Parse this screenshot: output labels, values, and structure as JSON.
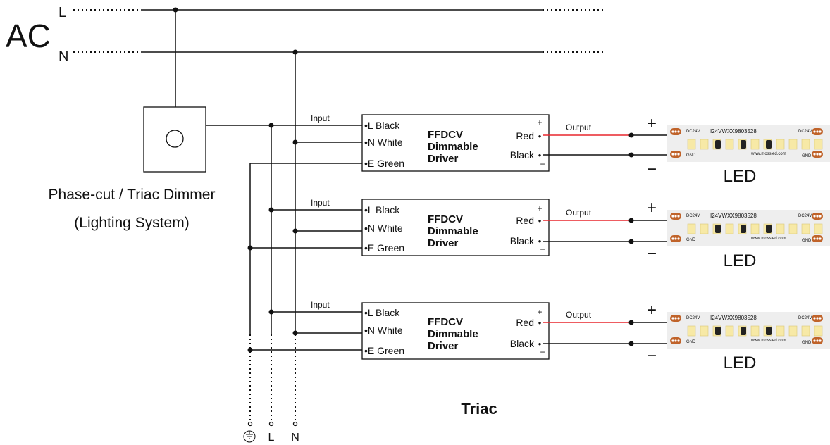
{
  "ac": {
    "label": "AC",
    "l_label": "L",
    "n_label": "N"
  },
  "dimmer": {
    "line1": "Phase-cut / Triac Dimmer",
    "line2": "(Lighting System)"
  },
  "drivers": [
    {
      "input_label": "Input",
      "l": "•L  Black",
      "n": "•N  White",
      "e": "•E  Green",
      "name1": "FFDCV",
      "name2": "Dimmable",
      "name3": "Driver",
      "red": "Red",
      "black": "Black",
      "plus": "+",
      "minus": "−",
      "output_label": "Output"
    },
    {
      "input_label": "Input",
      "l": "•L  Black",
      "n": "•N  White",
      "e": "•E  Green",
      "name1": "FFDCV",
      "name2": "Dimmable",
      "name3": "Driver",
      "red": "Red",
      "black": "Black",
      "plus": "+",
      "minus": "−",
      "output_label": "Output"
    },
    {
      "input_label": "Input",
      "l": "•L  Black",
      "n": "•N White",
      "e": "•E  Green",
      "name1": "FFDCV",
      "name2": "Dimmable",
      "name3": "Driver",
      "red": "Red",
      "black": "Black",
      "plus": "+",
      "minus": "−",
      "output_label": "Output"
    }
  ],
  "leds": [
    {
      "plus": "+",
      "minus": "−",
      "label": "LED",
      "dc_left": "DC24V",
      "dc_right": "DC24V",
      "model": "I24VWXX9803528",
      "gnd_left": "GND",
      "gnd_right": "GND",
      "url": "www.mossled.com"
    },
    {
      "plus": "+",
      "minus": "−",
      "label": "LED",
      "dc_left": "DC24V",
      "dc_right": "DC24V",
      "model": "I24VWXX9803528",
      "gnd_left": "GND",
      "gnd_right": "GND",
      "url": "www.mossled.com"
    },
    {
      "plus": "+",
      "minus": "−",
      "label": "LED",
      "dc_left": "DC24V",
      "dc_right": "DC24V",
      "model": "I24VWXX9803528",
      "gnd_left": "GND",
      "gnd_right": "GND",
      "url": "www.mossled.com"
    }
  ],
  "bottom": {
    "ground_symbol": "⏚",
    "l": "L",
    "n": "N",
    "triac_label": "Triac"
  },
  "colors": {
    "wire": "#111111",
    "output_red": "#e8262d",
    "strip_bg": "#eeeeee",
    "led_chip": "#f7e9a6"
  }
}
